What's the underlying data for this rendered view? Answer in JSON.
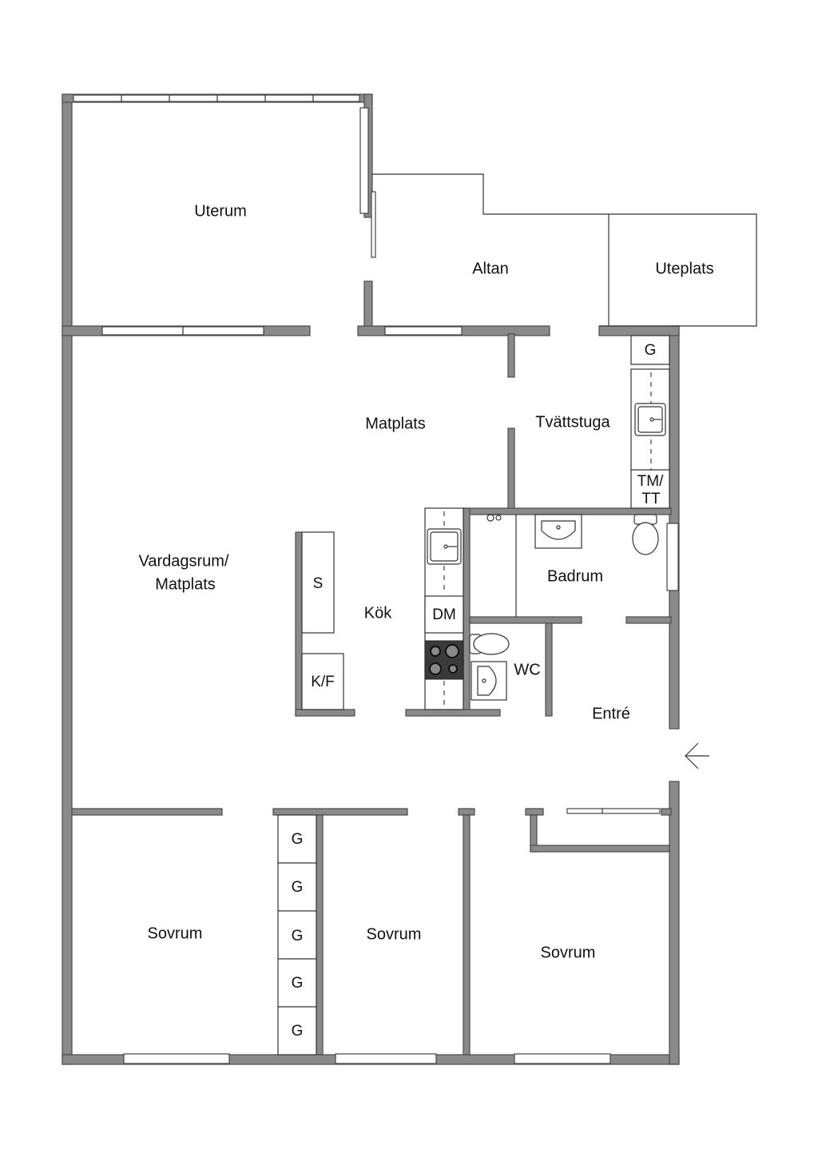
{
  "rooms": {
    "uterum": "Uterum",
    "altan": "Altan",
    "uteplats": "Uteplats",
    "matplats": "Matplats",
    "tvattstuga": "Tvättstuga",
    "vardagsrum_line1": "Vardagsrum/",
    "vardagsrum_line2": "Matplats",
    "kok": "Kök",
    "badrum": "Badrum",
    "wc": "WC",
    "entre": "Entré",
    "sovrum_left": "Sovrum",
    "sovrum_middle": "Sovrum",
    "sovrum_right": "Sovrum"
  },
  "fixtures": {
    "closet_tvatt": "G",
    "tm_line1": "TM/",
    "tm_line2": "TT",
    "storage": "S",
    "fridge_freezer": "K/F",
    "dishwasher": "DM",
    "closets_bedroom": [
      "G",
      "G",
      "G",
      "G",
      "G"
    ]
  },
  "colors": {
    "wall": "#8a8a8a",
    "line": "#333333",
    "background": "#ffffff"
  }
}
